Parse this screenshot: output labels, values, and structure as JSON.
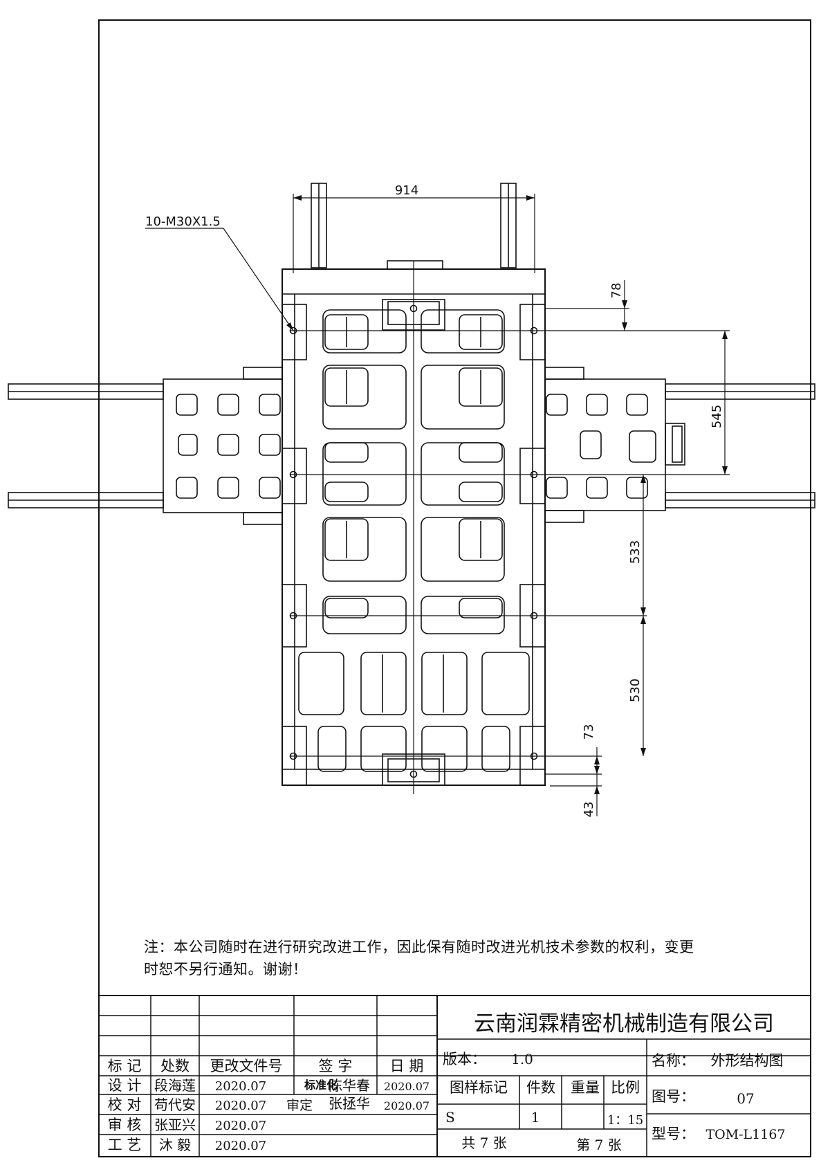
{
  "drawing": {
    "thread_callout": "10-M30X1.5",
    "dims": {
      "width_top": "914",
      "d78": "78",
      "d545": "545",
      "d533": "533",
      "d530": "530",
      "d73": "73",
      "d43": "43"
    }
  },
  "note": {
    "line1": "注：本公司随时在进行研究改进工作，因此保有随时改进光机技术参数的权利，变更",
    "line2": "时恕不另行通知。谢谢！"
  },
  "title_block": {
    "company": "云南润霖精密机械制造有限公司",
    "headers": {
      "mark": "标 记",
      "count": "处数",
      "change_doc": "更改文件号",
      "sign": "签 字",
      "date": "日 期"
    },
    "roles": [
      {
        "role": "设 计",
        "name": "段海莲",
        "date": "2020.07"
      },
      {
        "role": "校 对",
        "name": "苟代安",
        "date": "2020.07"
      },
      {
        "role": "审 核",
        "name": "张亚兴",
        "date": "2020.07"
      },
      {
        "role": "工 艺",
        "name": "沐 毅",
        "date": "2020.07"
      }
    ],
    "standardization": {
      "label": "标准化",
      "name": "陈华春",
      "date": "2020.07"
    },
    "approval": {
      "label": "审定",
      "name": "张拯华",
      "date": "2020.07"
    },
    "version_label": "版本：",
    "version": "1.0",
    "drawing_mark_label": "图样标记",
    "quantity_label": "件数",
    "weight_label": "重量",
    "scale_label": "比例",
    "drawing_mark": "S",
    "quantity": "1",
    "weight": "",
    "scale": "1：15",
    "total_sheets": "共 7 张",
    "sheet_no": "第 7 张",
    "name_label": "名称：",
    "name": "外形结构图",
    "drawing_no_label": "图号：",
    "drawing_no": "07",
    "model_label": "型号：",
    "model": "TOM-L1167"
  }
}
